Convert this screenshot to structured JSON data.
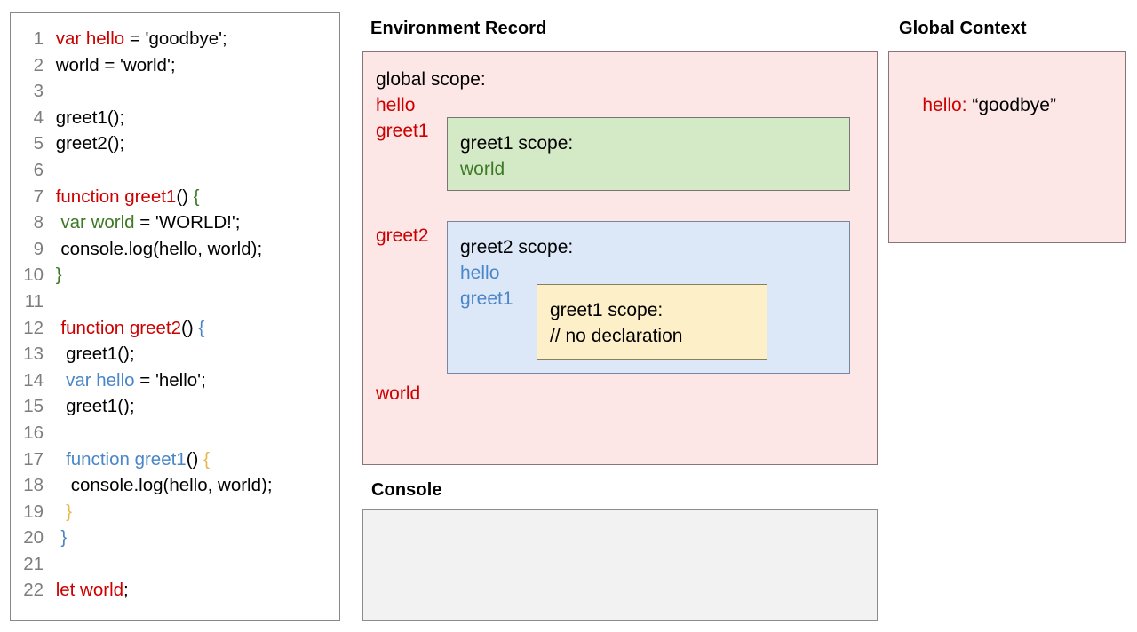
{
  "code_panel": {
    "lines": [
      {
        "num": "1",
        "tokens": [
          {
            "t": " var hello",
            "c": "red"
          },
          {
            "t": " = 'goodbye';",
            "c": "black"
          }
        ]
      },
      {
        "num": "2",
        "tokens": [
          {
            "t": " world = 'world';",
            "c": "black"
          }
        ]
      },
      {
        "num": "3",
        "tokens": [
          {
            "t": "",
            "c": "black"
          }
        ]
      },
      {
        "num": "4",
        "tokens": [
          {
            "t": " greet1();",
            "c": "black"
          }
        ]
      },
      {
        "num": "5",
        "tokens": [
          {
            "t": " greet2();",
            "c": "black"
          }
        ]
      },
      {
        "num": "6",
        "tokens": [
          {
            "t": "",
            "c": "black"
          }
        ]
      },
      {
        "num": "7",
        "tokens": [
          {
            "t": " function greet1",
            "c": "red"
          },
          {
            "t": "()",
            "c": "black"
          },
          {
            "t": " {",
            "c": "green"
          }
        ]
      },
      {
        "num": "8",
        "tokens": [
          {
            "t": "  var world",
            "c": "green"
          },
          {
            "t": " = 'WORLD!';",
            "c": "black"
          }
        ]
      },
      {
        "num": "9",
        "tokens": [
          {
            "t": "  console.log(hello, world);",
            "c": "black"
          }
        ]
      },
      {
        "num": "10",
        "tokens": [
          {
            "t": " }",
            "c": "green"
          }
        ]
      },
      {
        "num": "11",
        "tokens": [
          {
            "t": "",
            "c": "black"
          }
        ]
      },
      {
        "num": "12",
        "tokens": [
          {
            "t": "  function greet2",
            "c": "red"
          },
          {
            "t": "()",
            "c": "black"
          },
          {
            "t": " {",
            "c": "blue"
          }
        ]
      },
      {
        "num": "13",
        "tokens": [
          {
            "t": "   greet1();",
            "c": "black"
          }
        ]
      },
      {
        "num": "14",
        "tokens": [
          {
            "t": "   var hello",
            "c": "blue"
          },
          {
            "t": " = 'hello';",
            "c": "black"
          }
        ]
      },
      {
        "num": "15",
        "tokens": [
          {
            "t": "   greet1();",
            "c": "black"
          }
        ]
      },
      {
        "num": "16",
        "tokens": [
          {
            "t": "",
            "c": "black"
          }
        ]
      },
      {
        "num": "17",
        "tokens": [
          {
            "t": "   function greet1",
            "c": "blue"
          },
          {
            "t": "()",
            "c": "black"
          },
          {
            "t": " {",
            "c": "tan"
          }
        ]
      },
      {
        "num": "18",
        "tokens": [
          {
            "t": "    console.log(hello, world);",
            "c": "black"
          }
        ]
      },
      {
        "num": "19",
        "tokens": [
          {
            "t": "   }",
            "c": "tan"
          }
        ]
      },
      {
        "num": "20",
        "tokens": [
          {
            "t": "  }",
            "c": "blue"
          }
        ]
      },
      {
        "num": "21",
        "tokens": [
          {
            "t": "",
            "c": "black"
          }
        ]
      },
      {
        "num": "22",
        "tokens": [
          {
            "t": " let world",
            "c": "red"
          },
          {
            "t": ";",
            "c": "black"
          }
        ]
      }
    ]
  },
  "environment_record": {
    "title": "Environment Record",
    "global_scope": {
      "heading": "global scope:",
      "bindings": [
        "hello",
        "greet1",
        "greet2",
        "world"
      ]
    },
    "greet1_scope": {
      "heading": "greet1 scope:",
      "bindings": [
        "world"
      ]
    },
    "greet2_scope": {
      "heading": "greet2 scope:",
      "bindings": [
        "hello",
        "greet1"
      ]
    },
    "inner_greet1_scope": {
      "heading": "greet1 scope:",
      "note": "// no declaration"
    }
  },
  "global_context": {
    "title": "Global Context",
    "entries": [
      {
        "key": "hello:",
        "value": " “goodbye”"
      }
    ]
  },
  "console": {
    "title": "Console",
    "output": ""
  },
  "colors": {
    "red": "#cc0000",
    "green": "#3d7a25",
    "blue": "#4a86c8",
    "tan": "#e8b64c",
    "pink_fill": "#fce7e6",
    "green_fill": "#d4e9c6",
    "blue_fill": "#dce7f8",
    "yellow_fill": "#fdefc8",
    "console_fill": "#f2f2f2",
    "gutter_gray": "#7d7d7d"
  }
}
